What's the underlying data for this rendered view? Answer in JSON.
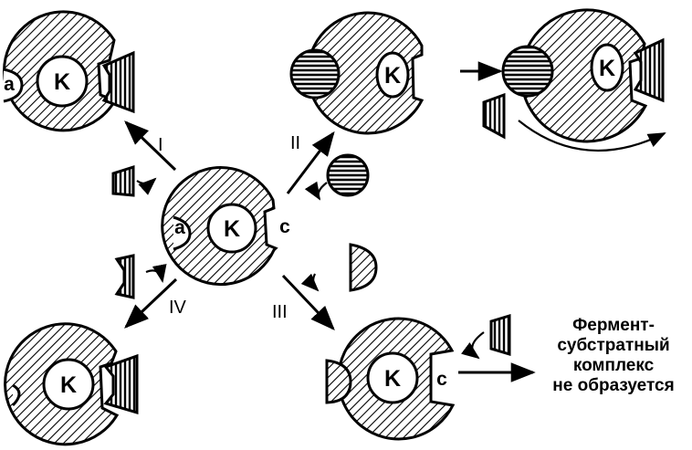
{
  "labels": {
    "center": "K",
    "site_a": "a",
    "site_c": "c",
    "variant_i": "I",
    "variant_ii": "II",
    "variant_iii": "III",
    "variant_iv": "IV"
  },
  "caption": {
    "line1": "Фермент-",
    "line2": "субстратный",
    "line3": "комплекс",
    "line4": "не образуется"
  }
}
